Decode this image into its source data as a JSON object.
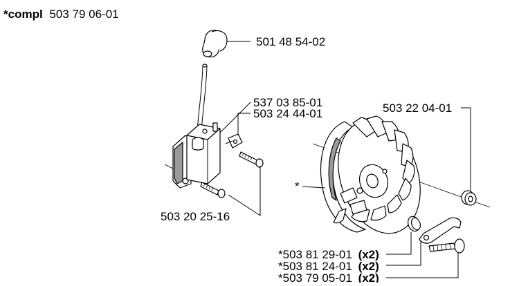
{
  "header": {
    "prefix": "*compl",
    "number": "503 79 06-01"
  },
  "callouts": {
    "spark_plug_cap": "501 48 54-02",
    "ignition_module": "537 03 85-01",
    "short_circuit_cable": "503 24 44-01",
    "flywheel_nut": "503 22 04-01",
    "screws": "503 20 25-16",
    "flywheel_asterisk": "*",
    "washer": "*503 81 29-01",
    "washer_qty": "(x2)",
    "pawl": "*503 81 24-01",
    "pawl_qty": "(x2)",
    "spring": "*503 79 05-01",
    "spring_qty": "(x2)"
  },
  "colors": {
    "line": "#000000",
    "shading": "#9a9a9a",
    "background": "#ffffff"
  }
}
